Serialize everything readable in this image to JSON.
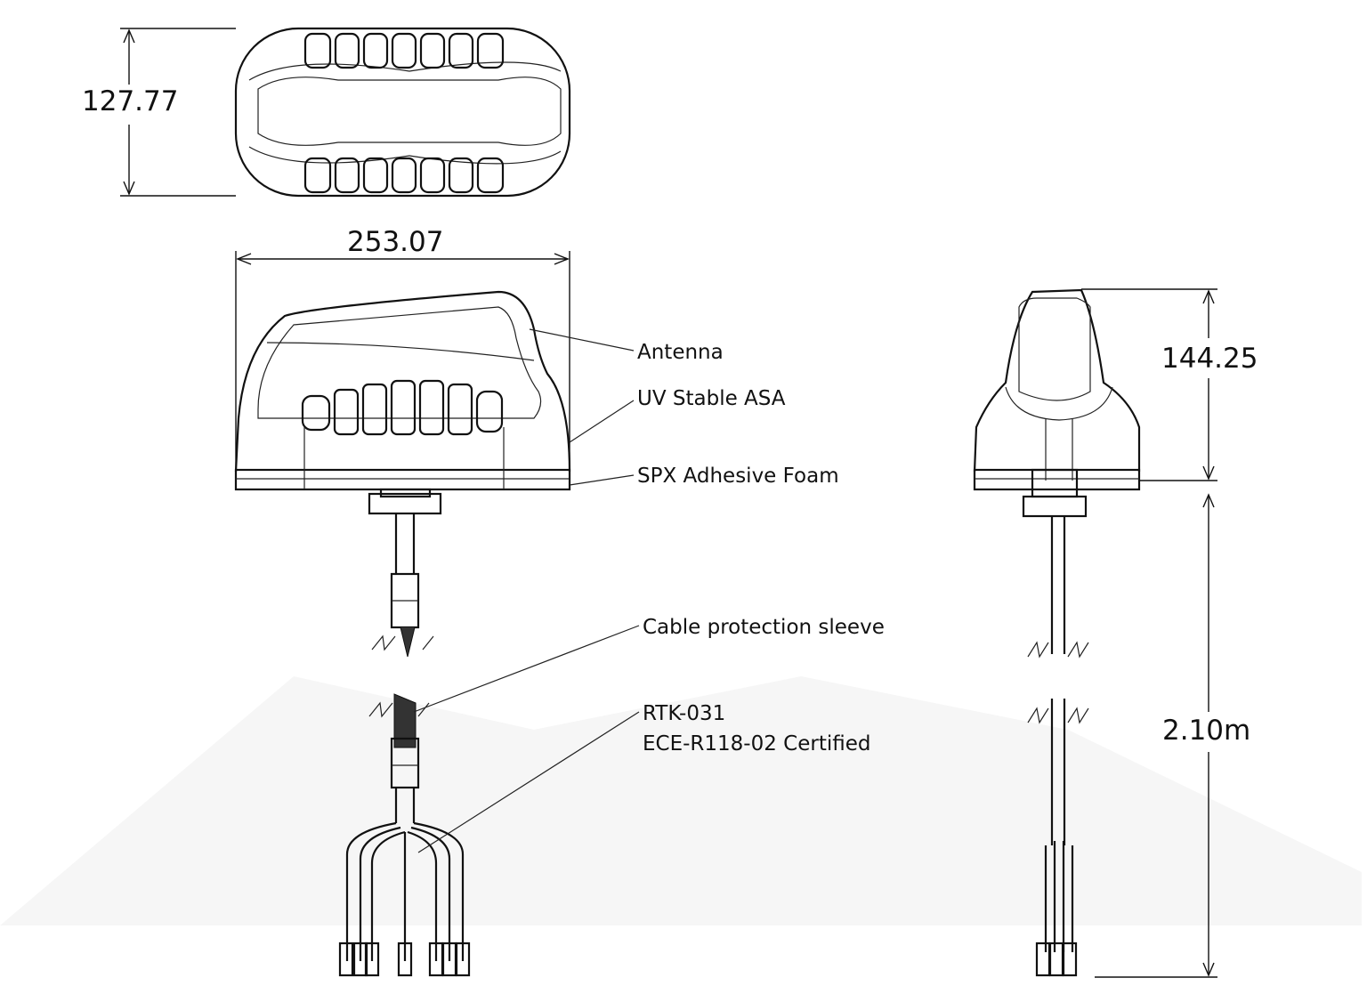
{
  "dimensions": {
    "width": "253.07",
    "depth": "127.77",
    "height": "144.25",
    "cable_length": "2.10m"
  },
  "callouts": {
    "antenna": "Antenna",
    "material": "UV Stable ASA",
    "foam": "SPX Adhesive Foam",
    "sleeve": "Cable protection sleeve",
    "model": "RTK-031",
    "certification": "ECE-R118-02 Certified"
  }
}
